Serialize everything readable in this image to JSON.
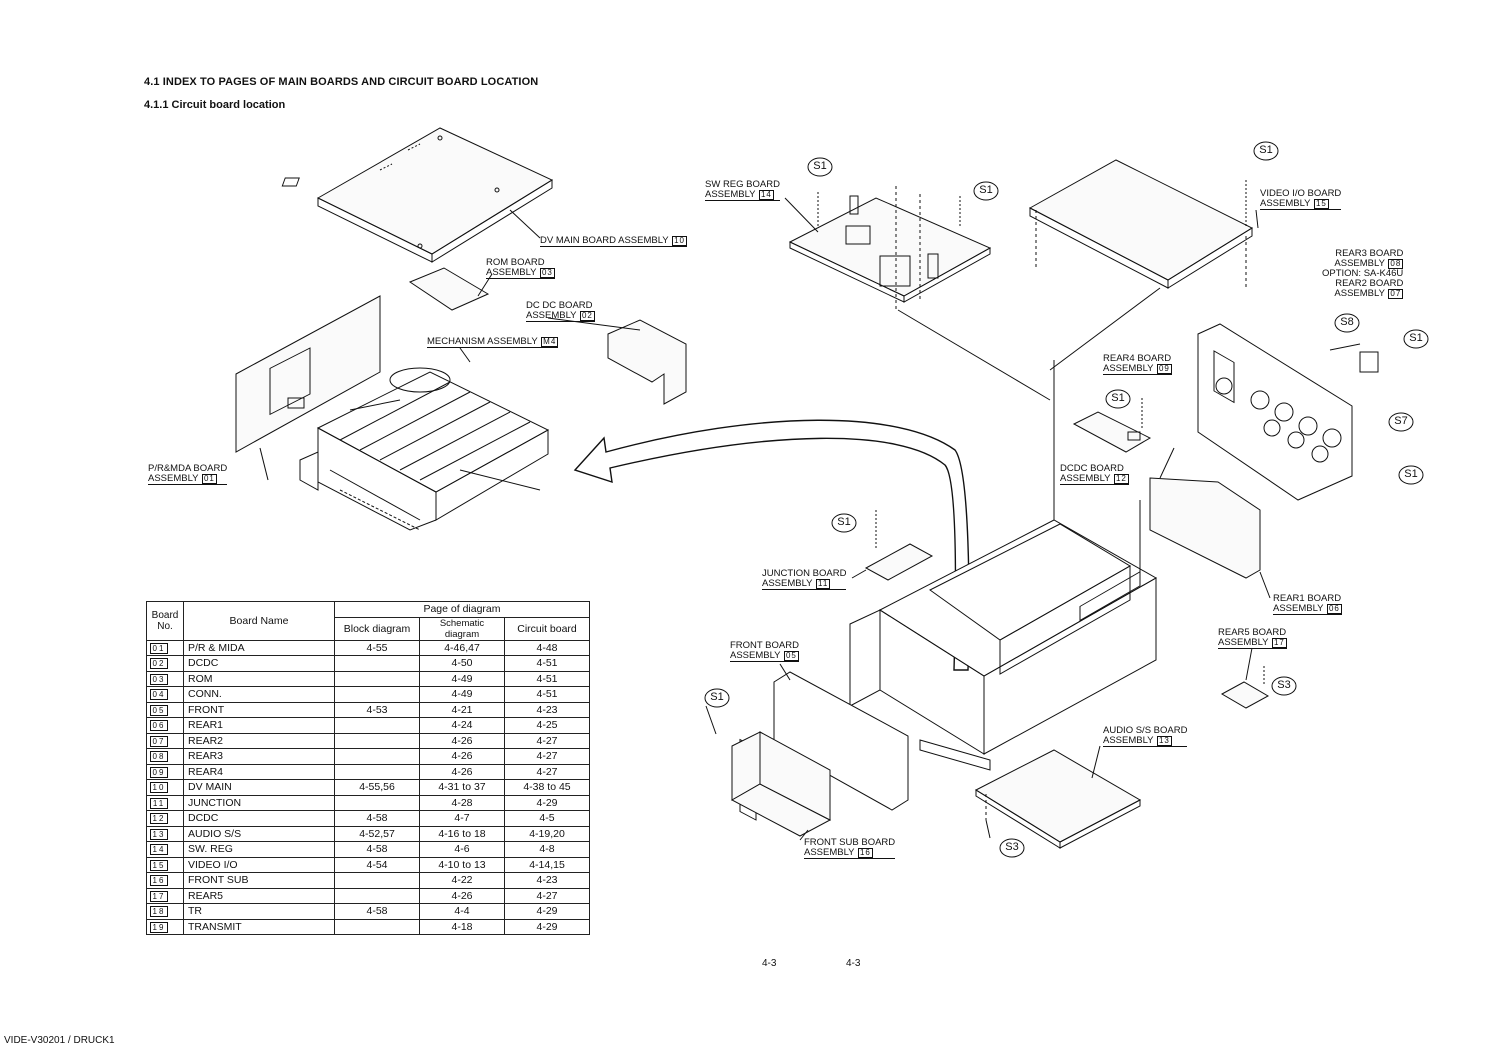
{
  "heading": {
    "section": "4.1  INDEX TO PAGES OF MAIN BOARDS AND CIRCUIT BOARD LOCATION",
    "subsection": "4.1.1  Circuit board location"
  },
  "callouts": {
    "dv_main": {
      "text": "DV MAIN BOARD ASSEMBLY",
      "code": "10"
    },
    "rom": {
      "line1": "ROM BOARD",
      "line2": "ASSEMBLY",
      "code": "03"
    },
    "dcdc_left": {
      "line1": "DC DC BOARD",
      "line2": "ASSEMBLY",
      "code": "02"
    },
    "mechanism": {
      "text": "MECHANISM ASSEMBLY",
      "code": "M4"
    },
    "prmda": {
      "line1": "P/R&MDA BOARD",
      "line2": "ASSEMBLY",
      "code": "01"
    },
    "sw_reg": {
      "line1": "SW REG BOARD",
      "line2": "ASSEMBLY",
      "code": "14"
    },
    "video_io": {
      "line1": "VIDEO I/O BOARD",
      "line2": "ASSEMBLY",
      "code": "15"
    },
    "rear3": {
      "line1": "REAR3 BOARD",
      "line2": "ASSEMBLY",
      "code": "08",
      "line3": "OPTION: SA-K46U",
      "line4": "REAR2  BOARD",
      "line5": "ASSEMBLY",
      "code2": "07"
    },
    "rear4": {
      "line1": "REAR4 BOARD",
      "line2": "ASSEMBLY",
      "code": "09"
    },
    "dcdc_right": {
      "line1": "DCDC BOARD",
      "line2": "ASSEMBLY",
      "code": "12"
    },
    "junction": {
      "line1": "JUNCTION BOARD",
      "line2": "ASSEMBLY",
      "code": "11"
    },
    "rear1": {
      "line1": "REAR1  BOARD",
      "line2": "ASSEMBLY",
      "code": "06"
    },
    "rear5": {
      "line1": "REAR5 BOARD",
      "line2": "ASSEMBLY",
      "code": "17"
    },
    "front": {
      "line1": "FRONT BOARD",
      "line2": "ASSEMBLY",
      "code": "05"
    },
    "audio_ss": {
      "line1": "AUDIO S/S BOARD",
      "line2": "ASSEMBLY",
      "code": "13"
    },
    "front_sub": {
      "line1": "FRONT SUB BOARD",
      "line2": "ASSEMBLY",
      "code": "16"
    }
  },
  "screws": {
    "s1": "S1",
    "s3": "S3",
    "s7": "S7",
    "s8": "S8"
  },
  "table": {
    "headers": {
      "board_no": "Board No.",
      "board_name": "Board Name",
      "page_of_diagram": "Page of diagram",
      "block": "Block diagram",
      "schematic": "Schematic diagram",
      "circuit": "Circuit board"
    },
    "rows": [
      {
        "no": "01",
        "name": "P/R & MIDA",
        "block": "4-55",
        "schematic": "4-46,47",
        "circuit": "4-48"
      },
      {
        "no": "02",
        "name": "DCDC",
        "block": "",
        "schematic": "4-50",
        "circuit": "4-51"
      },
      {
        "no": "03",
        "name": "ROM",
        "block": "",
        "schematic": "4-49",
        "circuit": "4-51"
      },
      {
        "no": "04",
        "name": "CONN.",
        "block": "",
        "schematic": "4-49",
        "circuit": "4-51"
      },
      {
        "no": "05",
        "name": "FRONT",
        "block": "4-53",
        "schematic": "4-21",
        "circuit": "4-23"
      },
      {
        "no": "06",
        "name": "REAR1",
        "block": "",
        "schematic": "4-24",
        "circuit": "4-25"
      },
      {
        "no": "07",
        "name": "REAR2",
        "block": "",
        "schematic": "4-26",
        "circuit": "4-27"
      },
      {
        "no": "08",
        "name": "REAR3",
        "block": "",
        "schematic": "4-26",
        "circuit": "4-27"
      },
      {
        "no": "09",
        "name": "REAR4",
        "block": "",
        "schematic": "4-26",
        "circuit": "4-27"
      },
      {
        "no": "10",
        "name": "DV MAIN",
        "block": "4-55,56",
        "schematic": "4-31 to 37",
        "circuit": "4-38 to 45"
      },
      {
        "no": "11",
        "name": "JUNCTION",
        "block": "",
        "schematic": "4-28",
        "circuit": "4-29"
      },
      {
        "no": "12",
        "name": "DCDC",
        "block": "4-58",
        "schematic": "4-7",
        "circuit": "4-5"
      },
      {
        "no": "13",
        "name": "AUDIO S/S",
        "block": "4-52,57",
        "schematic": "4-16 to 18",
        "circuit": "4-19,20"
      },
      {
        "no": "14",
        "name": "SW. REG",
        "block": "4-58",
        "schematic": "4-6",
        "circuit": "4-8"
      },
      {
        "no": "15",
        "name": "VIDEO I/O",
        "block": "4-54",
        "schematic": "4-10 to 13",
        "circuit": "4-14,15"
      },
      {
        "no": "16",
        "name": "FRONT SUB",
        "block": "",
        "schematic": "4-22",
        "circuit": "4-23"
      },
      {
        "no": "17",
        "name": "REAR5",
        "block": "",
        "schematic": "4-26",
        "circuit": "4-27"
      },
      {
        "no": "18",
        "name": "TR",
        "block": "4-58",
        "schematic": "4-4",
        "circuit": "4-29"
      },
      {
        "no": "19",
        "name": "TRANSMIT",
        "block": "",
        "schematic": "4-18",
        "circuit": "4-29"
      }
    ]
  },
  "page_numbers": {
    "left": "4-3",
    "right": "4-3"
  },
  "footer": "VIDE-V30201 / DRUCK1"
}
